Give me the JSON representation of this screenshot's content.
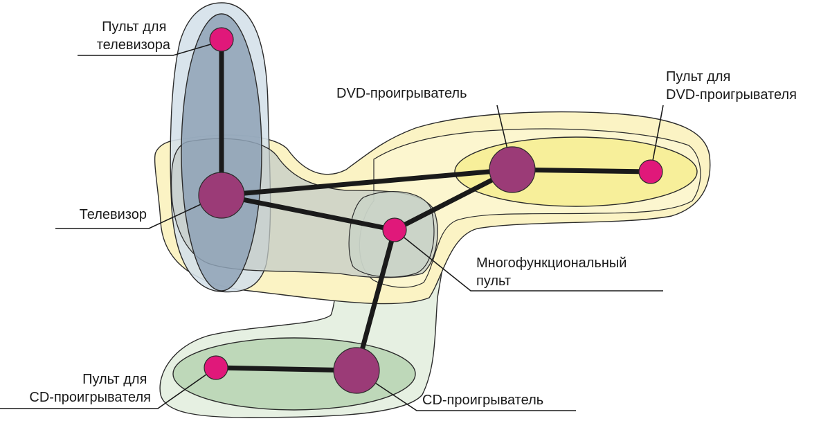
{
  "labels": {
    "tv_remote": [
      "Пульт для",
      "телевизора"
    ],
    "tv": [
      "Телевизор"
    ],
    "dvd_player": [
      "DVD-проигрыватель"
    ],
    "dvd_remote": [
      "Пульт для",
      "DVD-проигрывателя"
    ],
    "multi_remote": [
      "Многофункциональный",
      "пульт"
    ],
    "cd_remote": [
      "Пульт для",
      "CD-проигрывателя"
    ],
    "cd_player": [
      "CD-проигрыватель"
    ]
  },
  "colors": {
    "node_large": "#9b3b77",
    "node_small": "#e0187a",
    "edge": "#1a1a1a",
    "region_tv": "#8ea2b6",
    "region_dvd": "#f7ef9a",
    "region_cd": "#b6d3b2",
    "region_outer_yellow": "#fbf3c4",
    "region_outer_green": "#d6e8d6"
  }
}
